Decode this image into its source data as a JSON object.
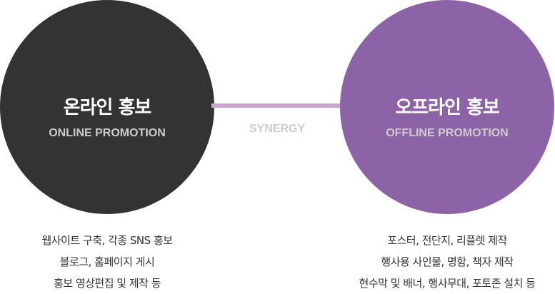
{
  "online": {
    "title": "온라인 홍보",
    "subtitle": "ONLINE PROMOTION",
    "items": [
      "웹사이트 구축, 각종 SNS 홍보",
      "블로그, 홈페이지 게시",
      "홍보 영상편집 및 제작 등"
    ]
  },
  "synergy": "SYNERGY",
  "offline": {
    "title": "오프라인 홍보",
    "subtitle": "OFFLINE PROMOTION",
    "items": [
      "포스터, 전단지, 리플렛 제작",
      "행사용 사인물, 명함, 책자 제작",
      "현수막 및 배너, 행사무대, 포토존 설치 등"
    ]
  },
  "colors": {
    "online": "#333333",
    "offline": "#8b63a6",
    "connector": "#cba6d0"
  }
}
